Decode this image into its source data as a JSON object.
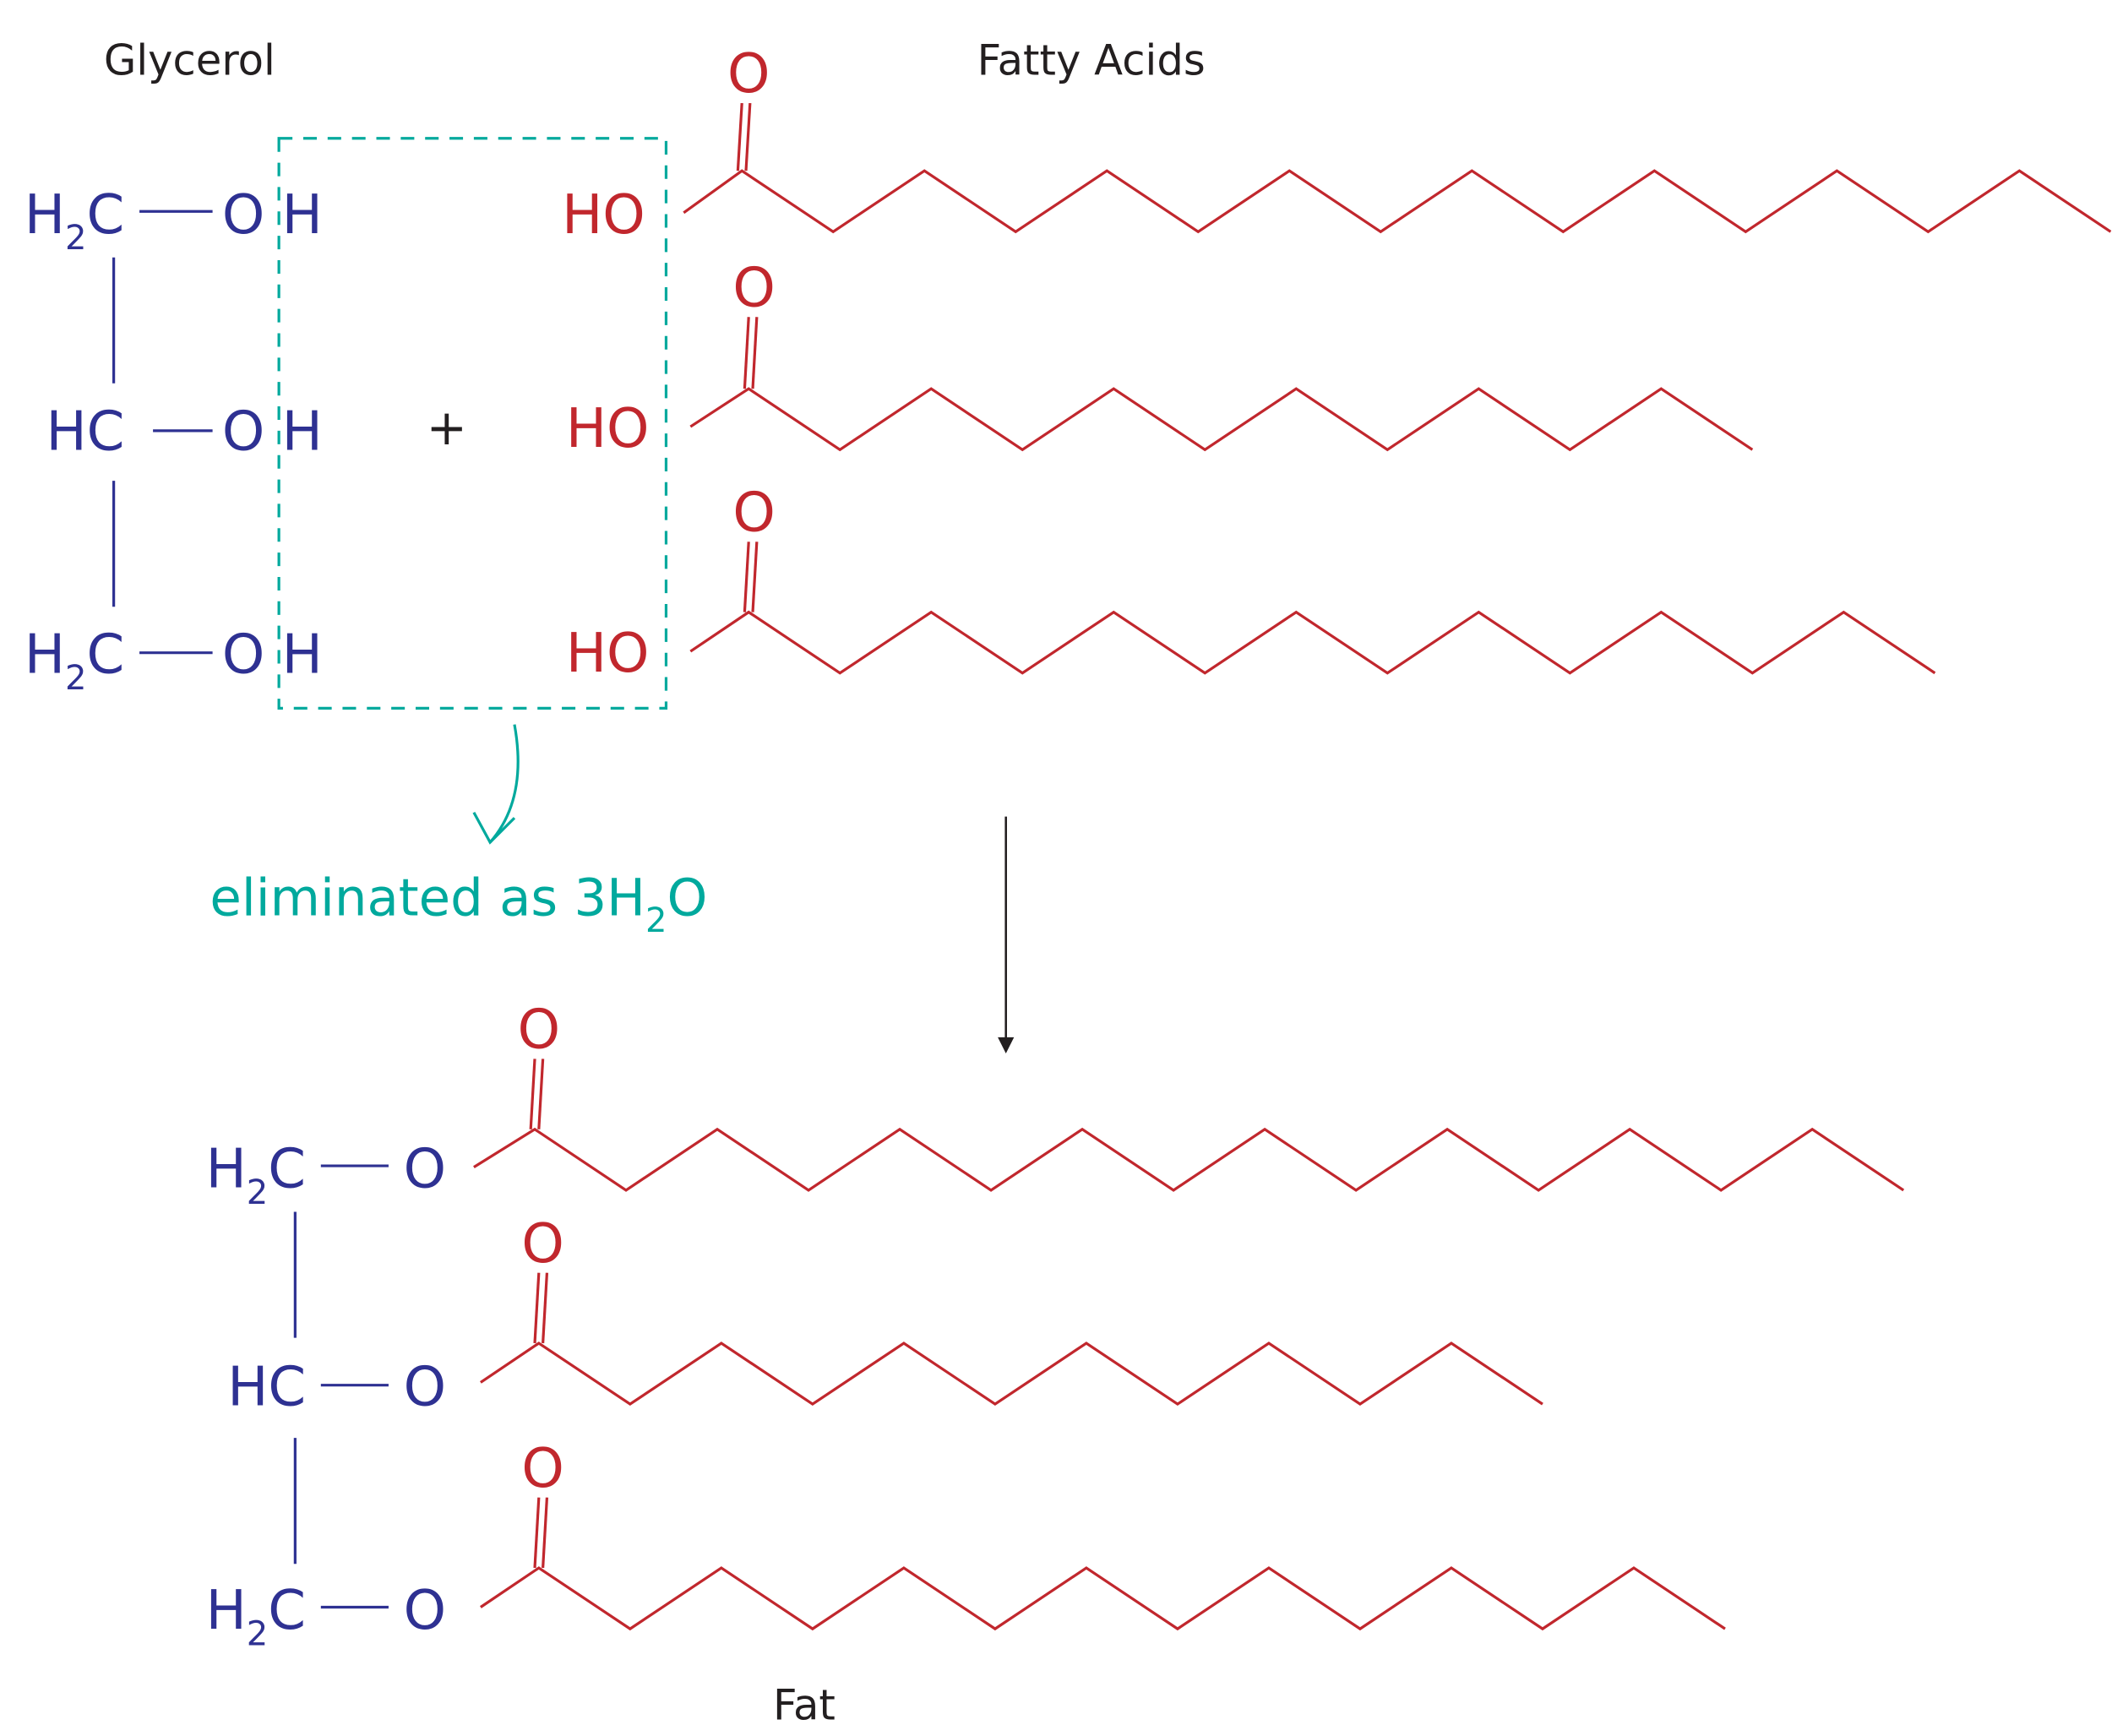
{
  "labels": {
    "glycerol": "Glycerol",
    "fatty_acids": "Fatty Acids",
    "fat": "Fat",
    "plus": "+"
  },
  "glycerol": {
    "h2c": "H",
    "h2c_sub": "2",
    "h2c_c": "C",
    "hc": "HC",
    "oh": "O H"
  },
  "fatty_acid": {
    "ho": "HO",
    "o": "O"
  },
  "fat": {
    "o": "O"
  },
  "eliminated": {
    "text": "eliminated as 3H",
    "sub": "2",
    "end": "O"
  },
  "colors": {
    "glycerol": "#2e3192",
    "acid": "#c1272d",
    "water": "#00a99d"
  }
}
